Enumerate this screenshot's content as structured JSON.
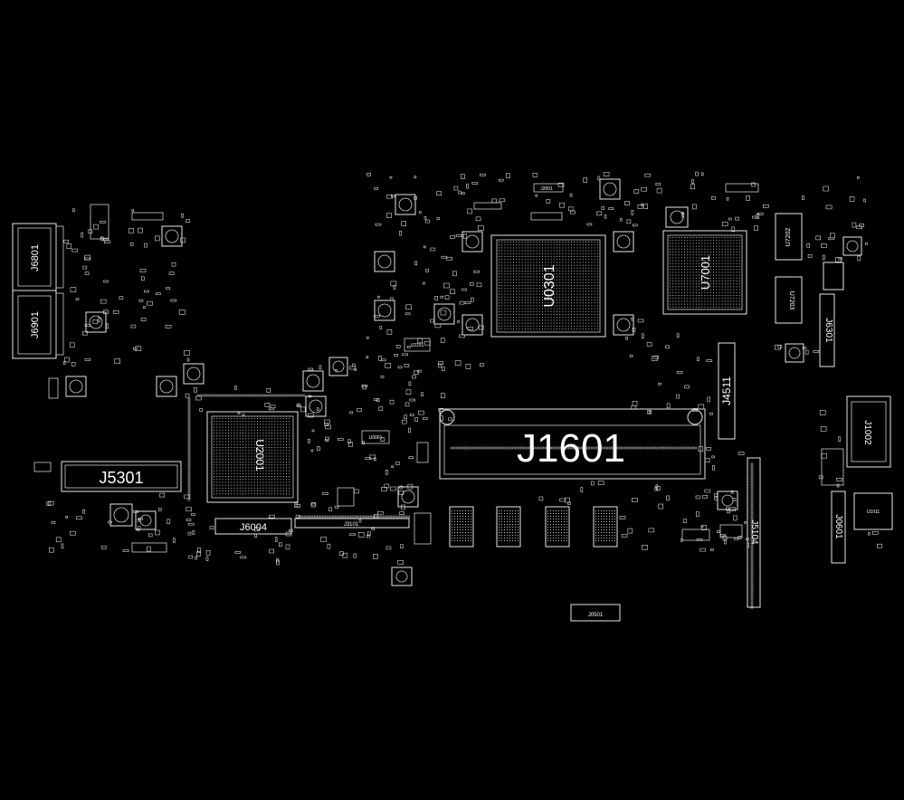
{
  "theme": {
    "background": "#000000",
    "outline": "#e6e6e6"
  },
  "labels": {
    "j1601": "J1601",
    "j5301": "J5301",
    "u0301": "U0301",
    "u7001": "U7001",
    "u2001": "U2001",
    "j6004": "J6004",
    "j3101": "J3101",
    "j6801": "J6801",
    "j6901": "J6901",
    "j4511": "J4511",
    "j6301": "J6301",
    "j1002": "J1002",
    "j0601": "J0601",
    "j5104": "J5104",
    "u7202": "U7202",
    "u7203": "U7203",
    "j0501": "J0501",
    "u1011": "U1011",
    "u2201": "U2201",
    "u0001": "U0001",
    "j2001": "J2001"
  }
}
